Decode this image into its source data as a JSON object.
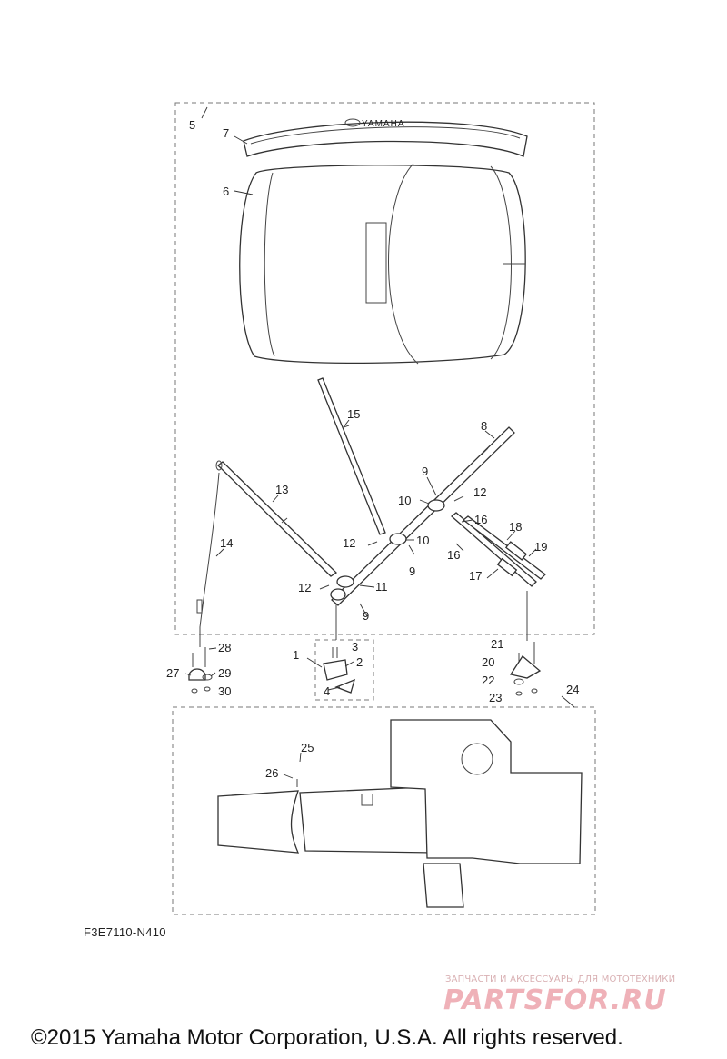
{
  "diagram_code": "F3E7110-N410",
  "brand_text": "YAMAHA",
  "copyright": "©2015 Yamaha Motor Corporation, U.S.A. All rights reserved.",
  "watermark": {
    "tagline": "ЗАПЧАСТИ И АКСЕССУАРЫ ДЛЯ МОТОТЕХНИКИ",
    "logo": "PARTSFOR.RU"
  },
  "callouts": {
    "c1": "1",
    "c2": "2",
    "c3": "3",
    "c4": "4",
    "c5": "5",
    "c6": "6",
    "c7": "7",
    "c8": "8",
    "c9a": "9",
    "c9b": "9",
    "c9c": "9",
    "c10a": "10",
    "c10b": "10",
    "c11": "11",
    "c12a": "12",
    "c12b": "12",
    "c12c": "12",
    "c13": "13",
    "c14": "14",
    "c15": "15",
    "c16a": "16",
    "c16b": "16",
    "c17": "17",
    "c18": "18",
    "c19": "19",
    "c20": "20",
    "c21": "21",
    "c22": "22",
    "c23": "23",
    "c24": "24",
    "c25": "25",
    "c26": "26",
    "c27": "27",
    "c28": "28",
    "c29": "29",
    "c30": "30"
  }
}
